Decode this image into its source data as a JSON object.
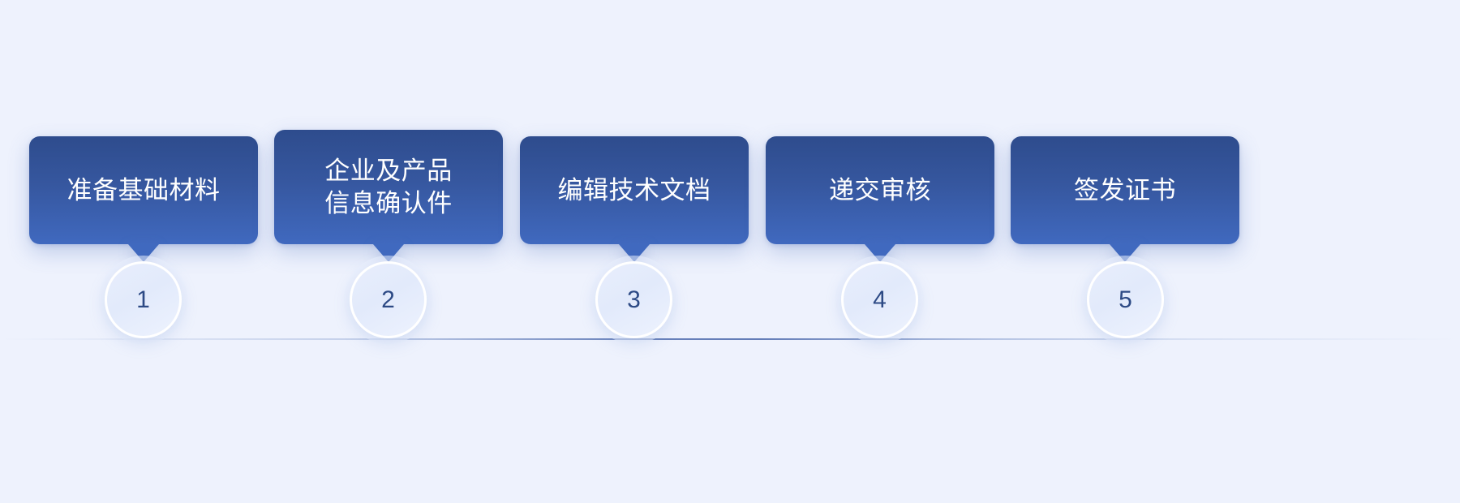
{
  "theme": {
    "background": "#eef2fd",
    "card_gradient_top": "#2e4c8d",
    "card_gradient_bottom": "#4069bf",
    "card_text_color": "#ffffff",
    "circle_fill": "#e6edfb",
    "circle_border": "#ffffff",
    "circle_number_color": "#2d4a85",
    "connector_line_color": "#5470b0"
  },
  "process": {
    "orientation": "horizontal",
    "step_count": 5,
    "steps": [
      {
        "number": "1",
        "label": "准备基础材料",
        "lines": [
          "准备基础材料"
        ]
      },
      {
        "number": "2",
        "label": "企业及产品\n信息确认件",
        "lines": [
          "企业及产品",
          "信息确认件"
        ]
      },
      {
        "number": "3",
        "label": "编辑技术文档",
        "lines": [
          "编辑技术文档"
        ]
      },
      {
        "number": "4",
        "label": "递交审核",
        "lines": [
          "递交审核"
        ]
      },
      {
        "number": "5",
        "label": "签发证书",
        "lines": [
          "签发证书"
        ]
      }
    ]
  }
}
